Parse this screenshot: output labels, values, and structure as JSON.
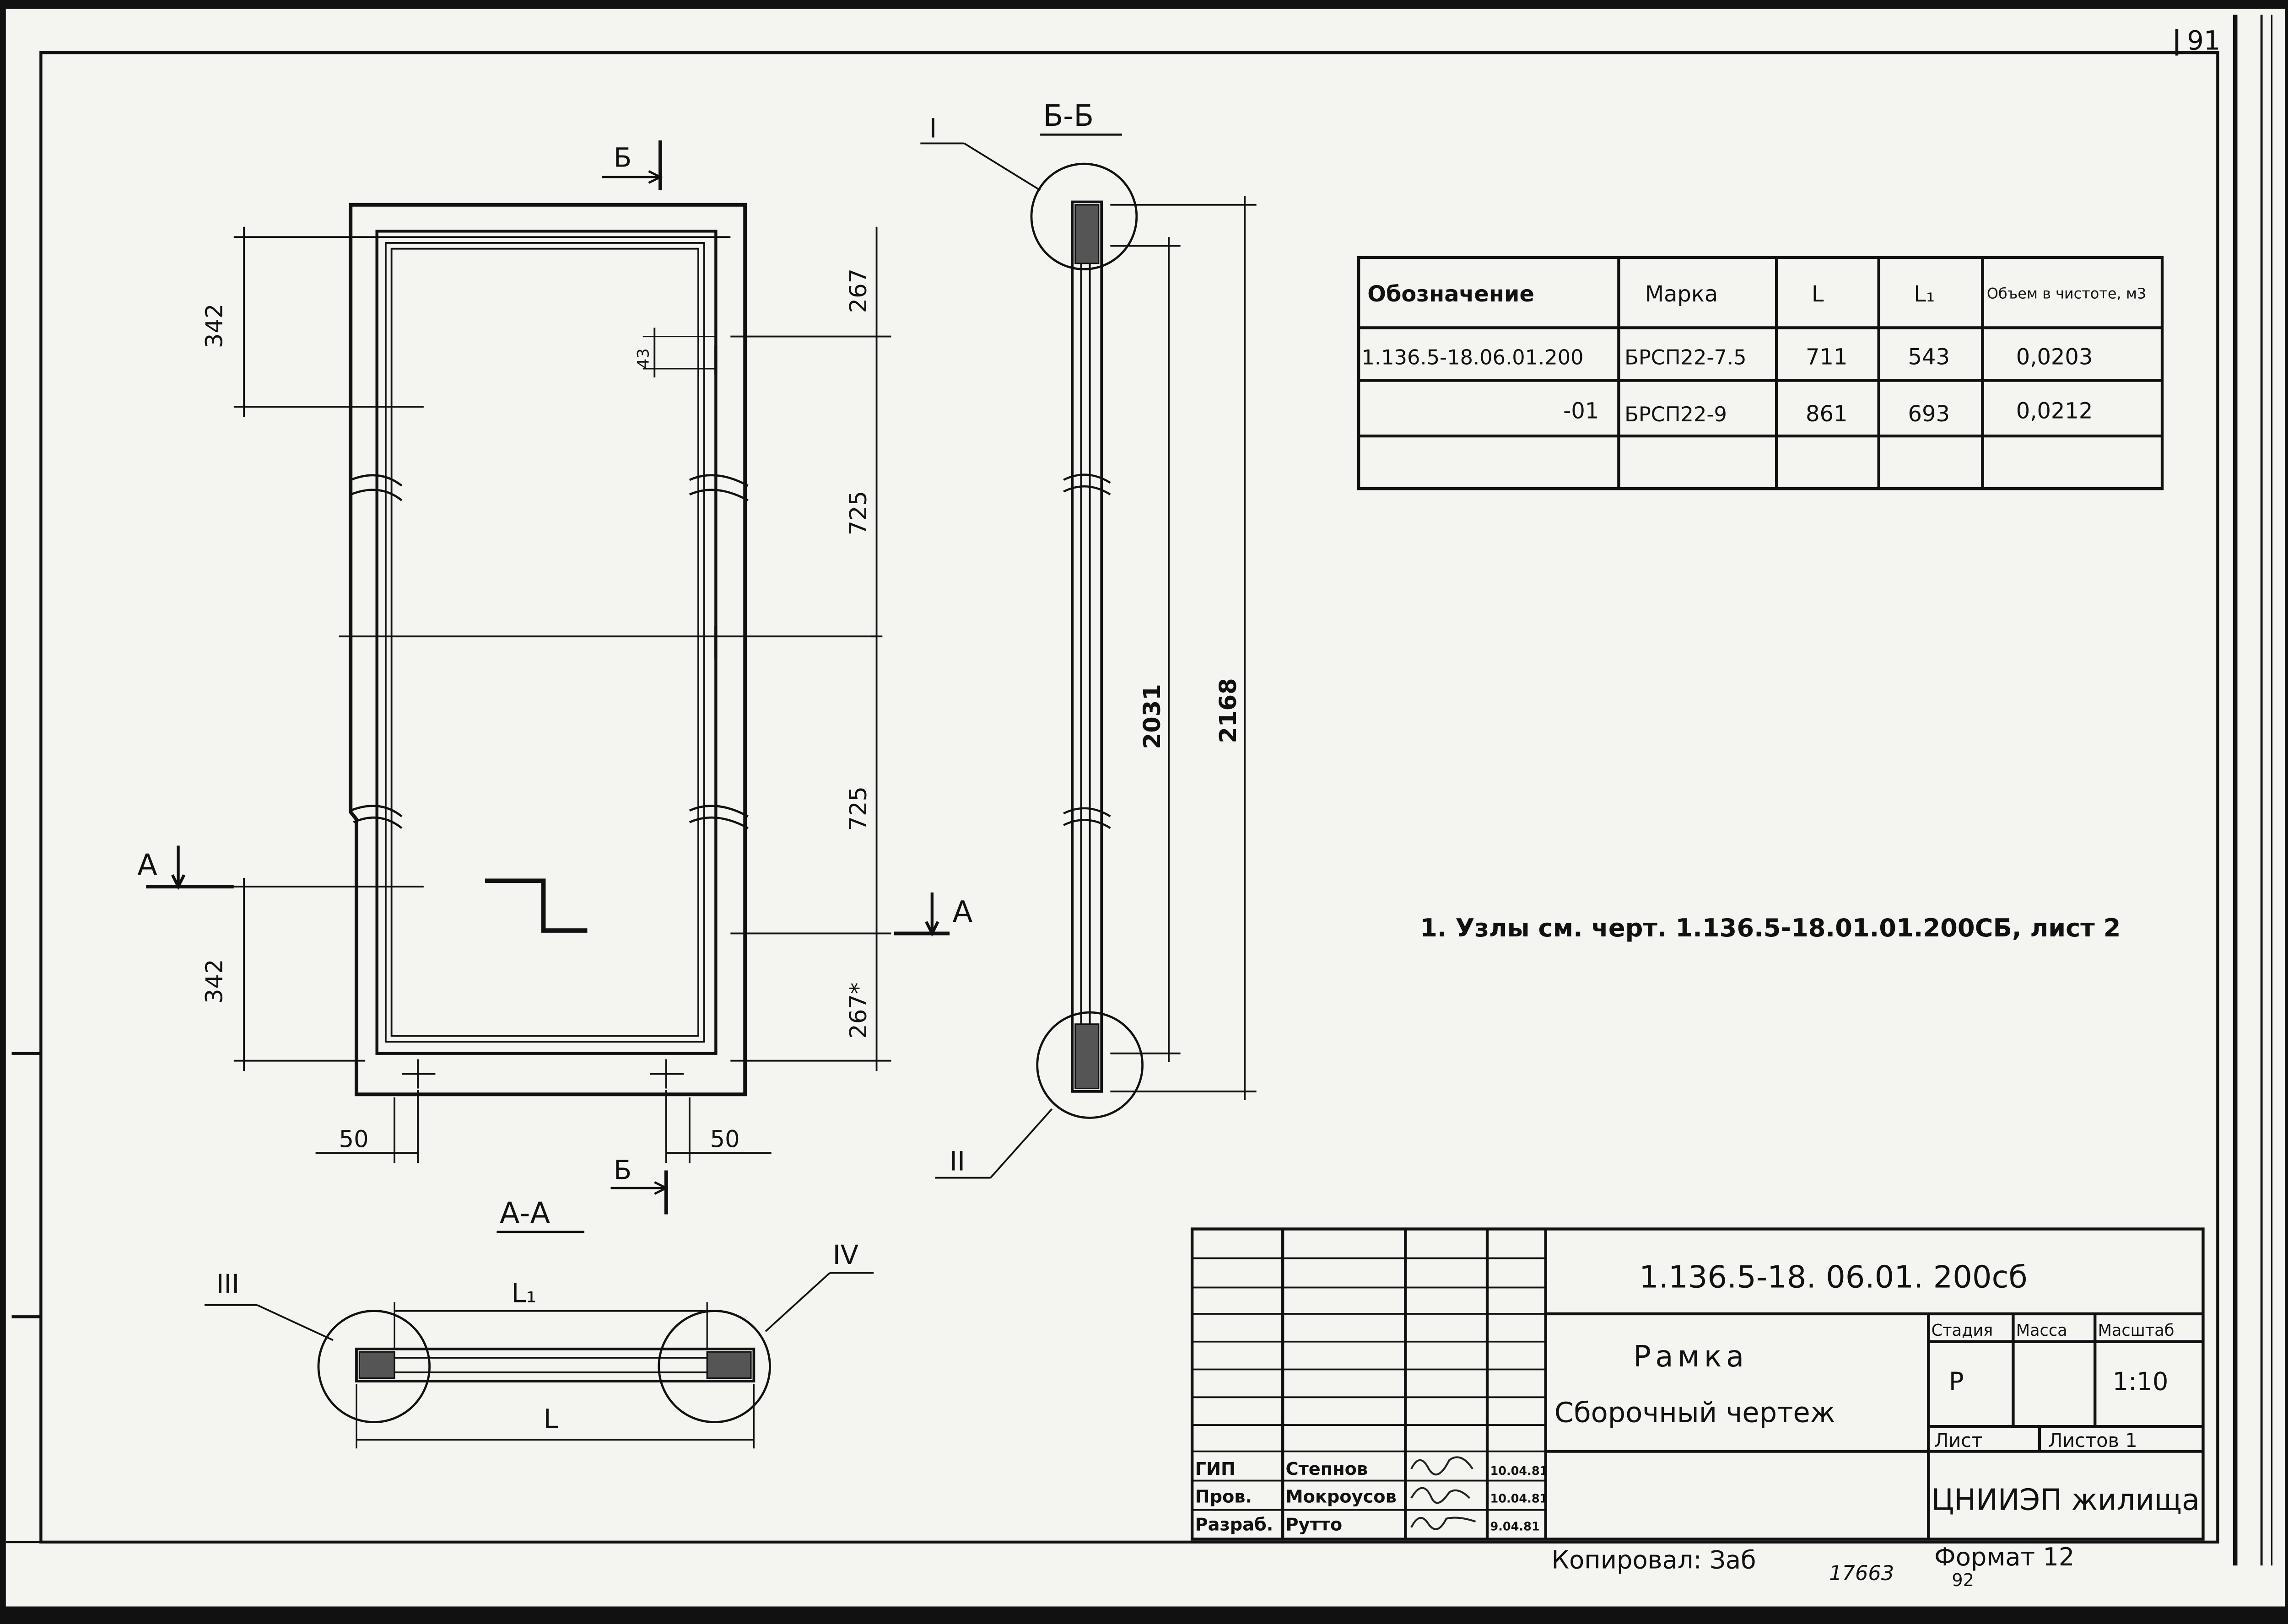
{
  "sheet_number": "91",
  "views": {
    "section_bb": "Б-Б",
    "section_aa": "А-А",
    "cut_b": "Б",
    "cut_a": "А",
    "node_1": "I",
    "node_2": "II",
    "node_3": "III",
    "node_4": "IV"
  },
  "dimensions": {
    "d342_top": "342",
    "d267_top": "267",
    "d43": "43",
    "d725_upper": "725",
    "d725_lower": "725",
    "d267_bottom": "267*",
    "d342_bottom": "342",
    "d50_left": "50",
    "d50_right": "50",
    "d2031": "2031",
    "d2168": "2168",
    "l1": "L₁",
    "l": "L"
  },
  "spec_table": {
    "headers": [
      "Обозначение",
      "Марка",
      "L",
      "L₁",
      "Объем в чистоте, м3"
    ],
    "rows": [
      [
        "1.136.5-18.06.01.200",
        "БРСП22-7.5",
        "711",
        "543",
        "0,0203"
      ],
      [
        "-01",
        "БРСП22-9",
        "861",
        "693",
        "0,0212"
      ],
      [
        "",
        "",
        "",
        "",
        ""
      ]
    ]
  },
  "note": "1. Узлы см. черт. 1.136.5-18.01.01.200СБ, лист 2",
  "title_block": {
    "code": "1.136.5-18. 06.01. 200сб",
    "title_line1": "Рамка",
    "title_line2": "Сборочный чертеж",
    "stage_header": "Стадия",
    "mass_header": "Масса",
    "scale_header": "Масштаб",
    "stage": "Р",
    "mass": "",
    "scale": "1:10",
    "sheet_label": "Лист",
    "sheets_label": "Листов 1",
    "org": "ЦНИИЭП жилища",
    "staff": [
      {
        "role": "ГИП",
        "name": "Степнов",
        "date": "10.04.81"
      },
      {
        "role": "Пров.",
        "name": "Мокроусов",
        "date": "10.04.81"
      },
      {
        "role": "Разраб.",
        "name": "Рутто",
        "date": "9.04.81"
      }
    ]
  },
  "footer": {
    "copied": "Копировал: Заб",
    "number": "17663",
    "format_label": "Формат 12",
    "format_sub": "92"
  }
}
